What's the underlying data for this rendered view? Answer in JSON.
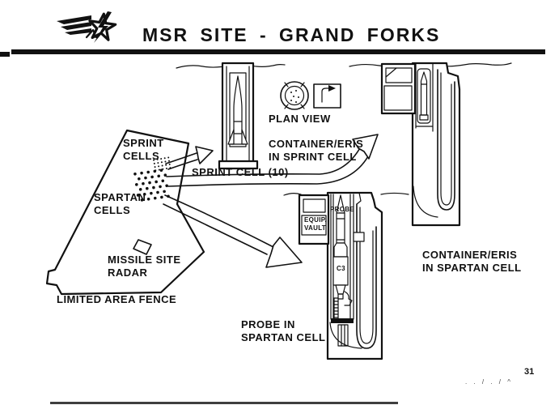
{
  "header": {
    "logo_icon": "winged-star-logo",
    "title": "MSR SITE - GRAND FORKS"
  },
  "map": {
    "sprint_cells": {
      "line1": "SPRINT",
      "line2": "CELLS"
    },
    "spartan_cells": {
      "line1": "SPARTAN",
      "line2": "CELLS"
    },
    "missile_site_radar": {
      "line1": "MISSILE SITE",
      "line2": "RADAR"
    },
    "limited_area_fence": "LIMITED AREA FENCE"
  },
  "callouts": {
    "sprint_cell_count": "SPRINT CELL (10)",
    "plan_view": "PLAN VIEW",
    "container_eris_sprint": {
      "line1": "CONTAINER/ERIS",
      "line2": "IN SPRINT CELL"
    },
    "container_eris_spartan": {
      "line1": "CONTAINER/ERIS",
      "line2": "IN SPARTAN CELL"
    },
    "probe_spartan": {
      "line1": "PROBE IN",
      "line2": "SPARTAN CELL"
    }
  },
  "cell_details": {
    "probe": "PROBE",
    "equip_vault": {
      "line1": "EQUIP.",
      "line2": "VAULT"
    },
    "c3": "C3"
  },
  "footer": {
    "page_number": "31",
    "stray_marks": ". . / . / ^"
  },
  "colors": {
    "ink": "#111111",
    "paper": "#ffffff"
  }
}
